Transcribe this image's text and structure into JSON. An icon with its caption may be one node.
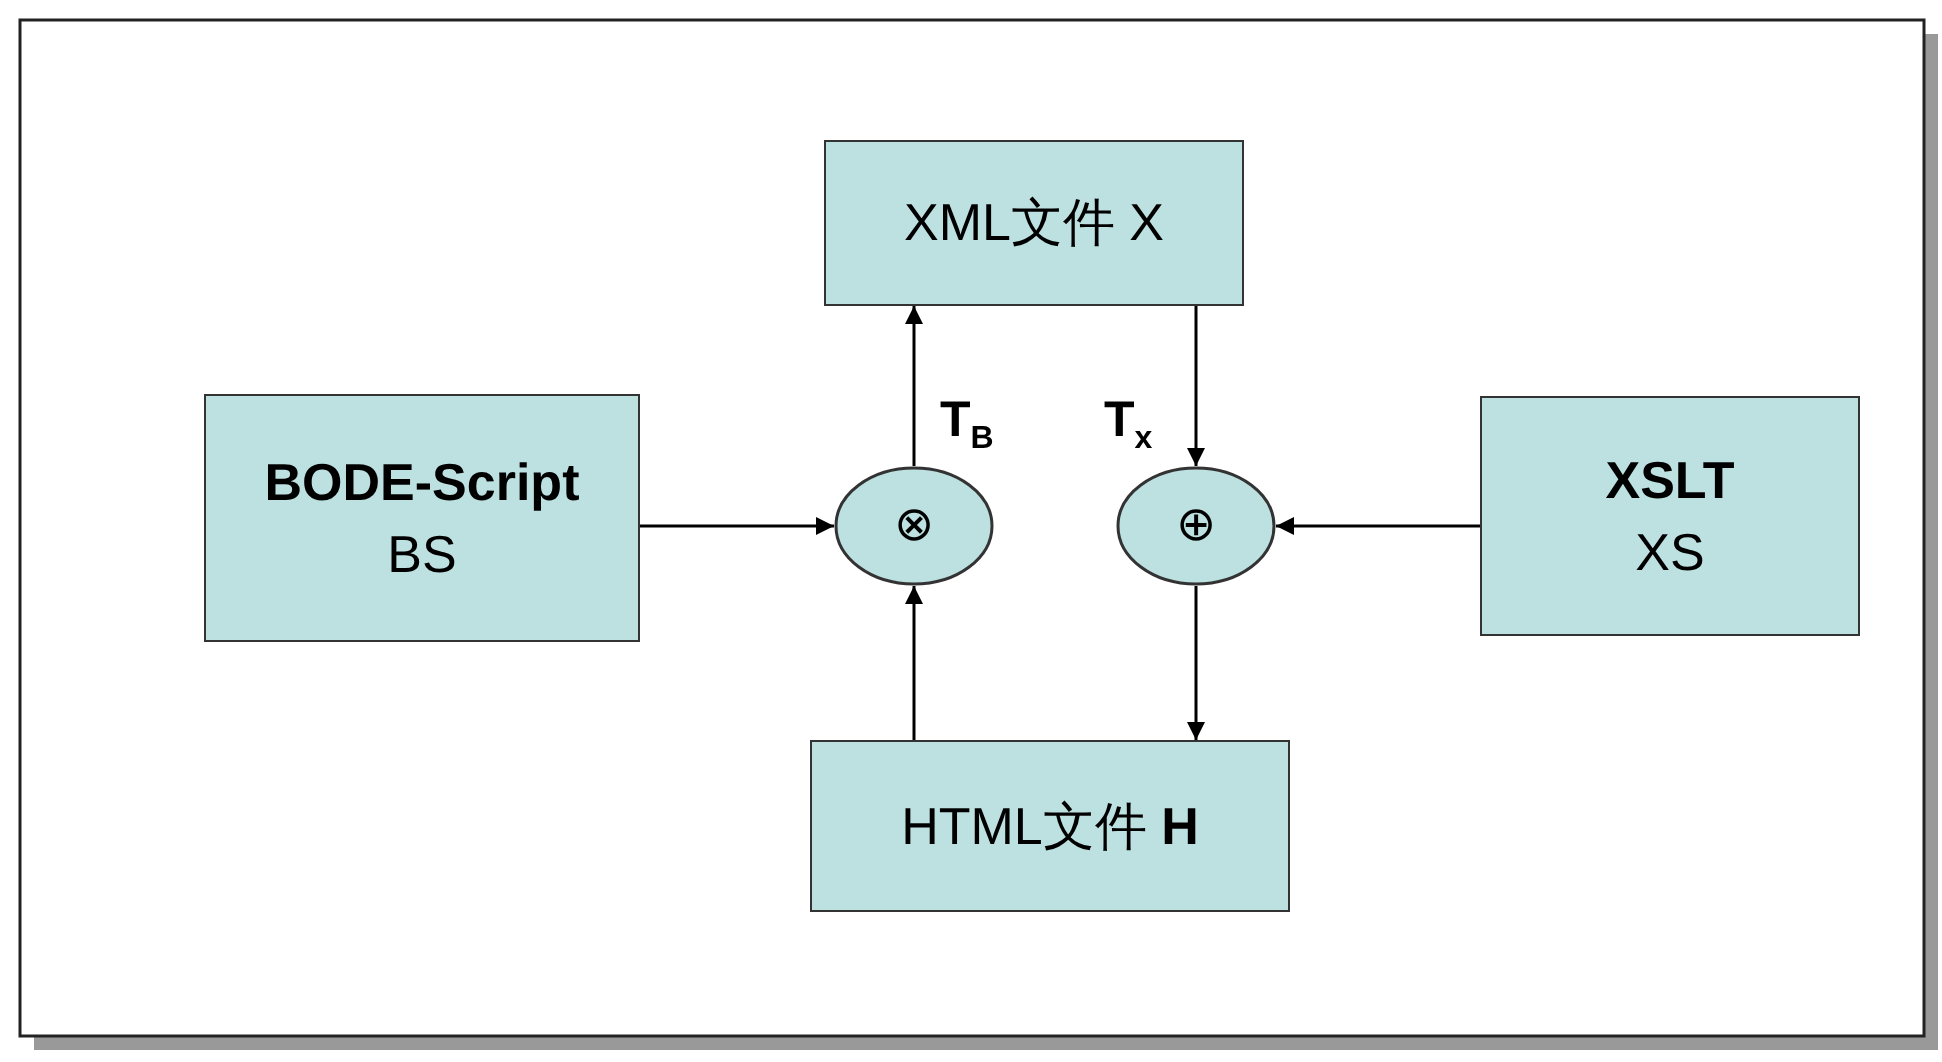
{
  "diagram": {
    "nodes": [
      {
        "text": [
          "XML文件  X"
        ]
      },
      {
        "text": [
          "BODE-Script",
          "BS"
        ]
      },
      {
        "text": [
          "⊗"
        ],
        "beside": [
          "T$_{B}$"
        ]
      },
      {
        "text": [
          "⊕"
        ],
        "beside": [
          "T$_{x}$"
        ]
      },
      {
        "text": [
          "XSLT",
          "XS"
        ]
      },
      {
        "text": [
          "HTML文件  **H**"
        ]
      }
    ],
    "edges": [
      {
        "from": 1,
        "to": 2,
        "arrow": "to"
      },
      {
        "from": 2,
        "to": 0,
        "arrow": "to"
      },
      {
        "from": 5,
        "to": 2,
        "arrow": "to"
      },
      {
        "from": 0,
        "to": 3,
        "arrow": "to"
      },
      {
        "from": 4,
        "to": 3,
        "arrow": "to"
      },
      {
        "from": 3,
        "to": 5,
        "arrow": "to"
      }
    ]
  }
}
